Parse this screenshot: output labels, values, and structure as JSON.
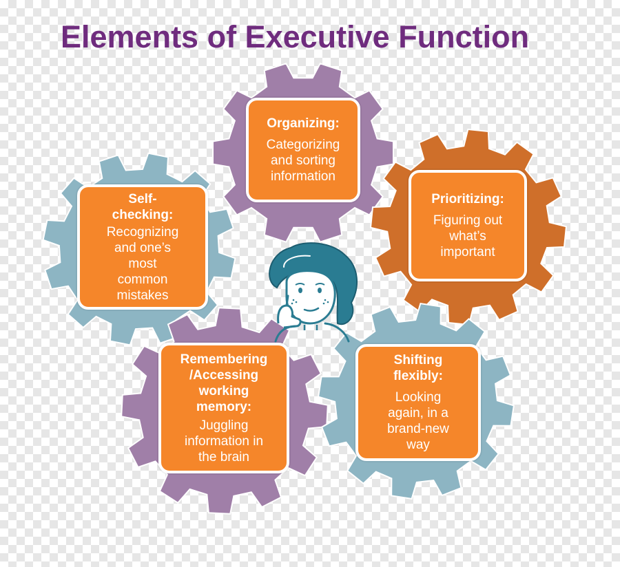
{
  "title": "Elements of Executive Function",
  "colors": {
    "title": "#6f2c7e",
    "purple_gear": "#a07fa8",
    "blue_gear": "#8db5c3",
    "orange_gear": "#cf6f2a",
    "box_fill": "#f5862a",
    "box_border": "#ffffff",
    "girl_hair": "#2a7c92"
  },
  "gears": [
    {
      "name": "organizing-gear",
      "color": "purple"
    },
    {
      "name": "prioritizing-gear",
      "color": "orange"
    },
    {
      "name": "self-checking-gear",
      "color": "blue"
    },
    {
      "name": "remembering-gear",
      "color": "purple"
    },
    {
      "name": "shifting-gear",
      "color": "blue"
    }
  ],
  "elements": {
    "organizing": {
      "heading": "Organizing:",
      "desc_lines": [
        "Categorizing",
        "and sorting",
        "information"
      ]
    },
    "prioritizing": {
      "heading": "Prioritizing:",
      "desc_lines": [
        "Figuring out",
        "what’s",
        "important"
      ]
    },
    "self_checking": {
      "heading_lines": [
        "Self-",
        "checking:"
      ],
      "desc_lines": [
        "Recognizing",
        "and one’s",
        "most",
        "common",
        "mistakes"
      ]
    },
    "remembering": {
      "heading_lines": [
        "Remembering",
        "/Accessing",
        "working",
        "memory:"
      ],
      "desc_lines": [
        "Juggling",
        "information in",
        "the brain"
      ]
    },
    "shifting": {
      "heading_lines": [
        "Shifting",
        "flexibly:"
      ],
      "desc_lines": [
        "Looking",
        "again, in a",
        "brand-new",
        "way"
      ]
    }
  },
  "illustration": {
    "icon": "thinking-girl-icon"
  }
}
